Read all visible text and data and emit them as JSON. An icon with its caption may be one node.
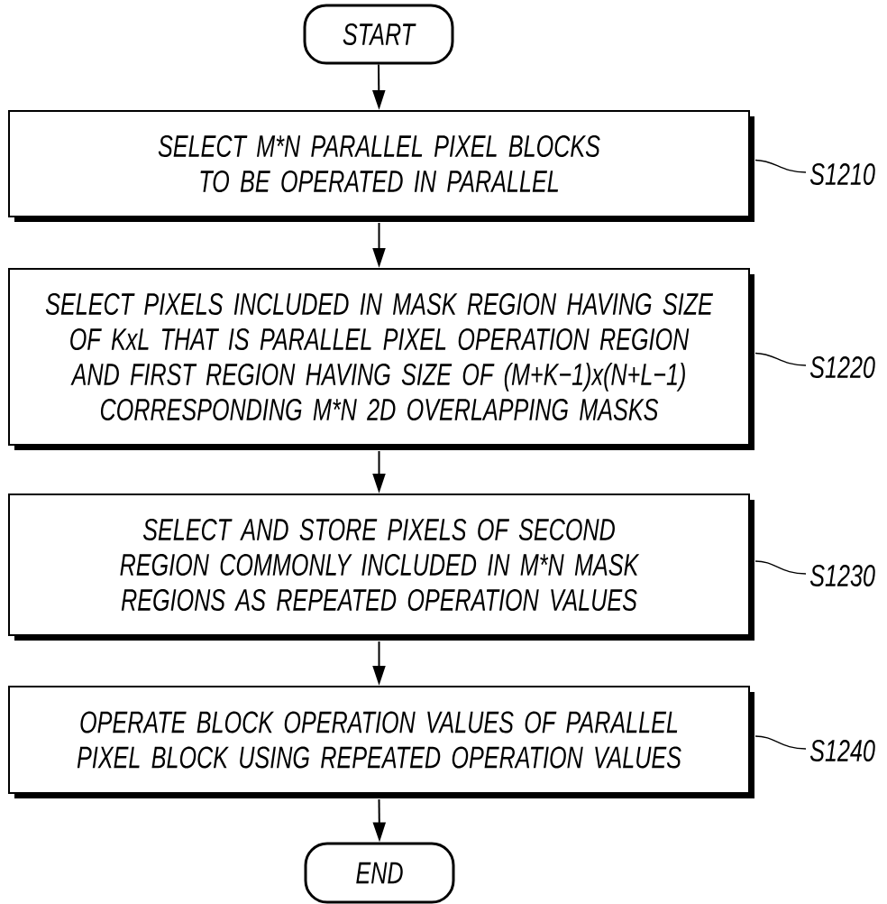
{
  "diagram": {
    "nodes": [
      {
        "text": [
          "START"
        ]
      },
      {
        "text": [
          "SELECT M*N PARALLEL PIXEL BLOCKS TO BE OPERATED IN PARALLEL"
        ]
      },
      {
        "text": [
          "S1210"
        ]
      },
      {
        "text": [
          "SELECT PIXELS INCLUDED IN MASK REGION HAVING SIZE OF KxL THAT IS PARALLEL PIXEL OPERATION REGION AND FIRST REGION HAVING SIZE OF (M+K−1)x(N+L−1) CORRESPONDING M*N 2D OVERLAPPING MASKS"
        ]
      },
      {
        "text": [
          "S1220"
        ]
      },
      {
        "text": [
          "SELECT AND STORE PIXELS OF SECOND REGION COMMONLY INCLUDED IN M*N MASK REGIONS AS REPEATED OPERATION VALUES"
        ]
      },
      {
        "text": [
          "S1230"
        ]
      },
      {
        "text": [
          "OPERATE BLOCK OPERATION VALUES OF PARALLEL PIXEL BLOCK USING REPEATED OPERATION VALUES"
        ]
      },
      {
        "text": [
          "S1240"
        ]
      },
      {
        "text": [
          "END"
        ]
      }
    ],
    "edges": [
      {
        "from": 0,
        "to": 1,
        "arrow": "to"
      },
      {
        "from": 1,
        "to": 2,
        "arrow": "none"
      },
      {
        "from": 1,
        "to": 3,
        "arrow": "to"
      },
      {
        "from": 3,
        "to": 4,
        "arrow": "none"
      },
      {
        "from": 3,
        "to": 5,
        "arrow": "to"
      },
      {
        "from": 5,
        "to": 6,
        "arrow": "none"
      },
      {
        "from": 5,
        "to": 7,
        "arrow": "to"
      },
      {
        "from": 7,
        "to": 8,
        "arrow": "none"
      },
      {
        "from": 7,
        "to": 9,
        "arrow": "to"
      }
    ]
  }
}
